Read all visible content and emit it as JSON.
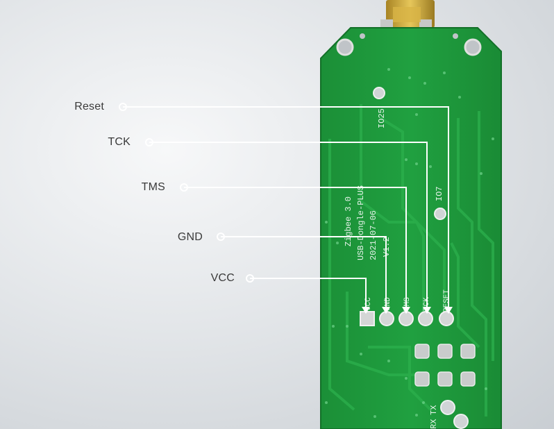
{
  "pin_labels": {
    "reset": "Reset",
    "tck": "TCK",
    "tms": "TMS",
    "gnd": "GND",
    "vcc": "VCC"
  },
  "silkscreen": {
    "line1": "Zigbee 3.0",
    "line2": "USB-Dongle-PLUS",
    "line3": "2021-07-06",
    "line4": "V1.2",
    "io25": "IO25",
    "io7": "IO7",
    "rx": "RX",
    "tx": "TX",
    "pin_vcc": "VCC",
    "pin_gnd": "GND",
    "pin_tms": "TMS",
    "pin_tck": "TCK",
    "pin_reset": "RESET"
  },
  "colors": {
    "pcb_green": "#1e9a3c",
    "pcb_dark": "#17832f",
    "silkscreen": "#e6f3ea",
    "leader_line": "#ffffff",
    "antenna_gold": "#c9a53a"
  }
}
